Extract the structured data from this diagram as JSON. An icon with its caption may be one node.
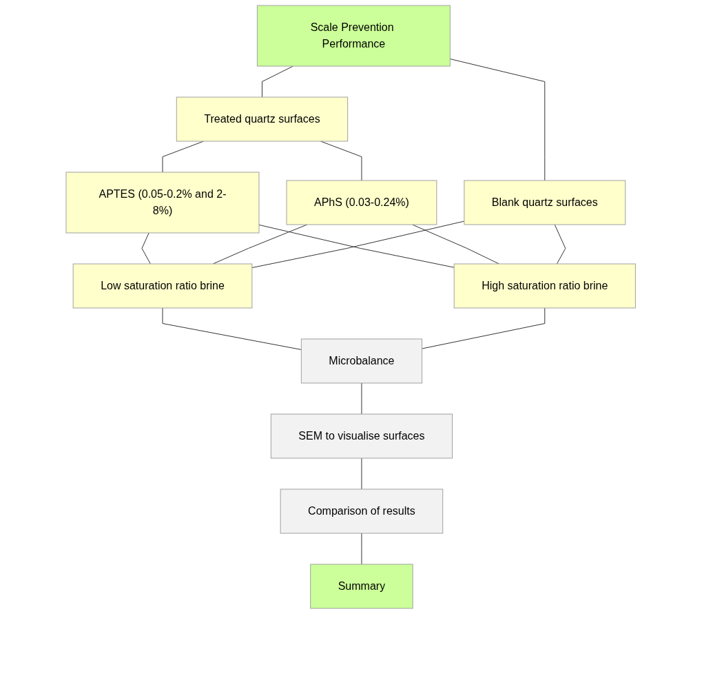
{
  "diagram": {
    "nodes": [
      {
        "text": [
          "Scale Prevention Performance"
        ]
      },
      {
        "text": [
          "Treated quartz surfaces"
        ]
      },
      {
        "text": [
          "Blank quartz surfaces"
        ]
      },
      {
        "text": [
          "APTES (0.05-0.2% and 2-8%)"
        ]
      },
      {
        "text": [
          "APhS (0.03-0.24%)"
        ]
      },
      {
        "text": [
          "Low saturation ratio brine"
        ]
      },
      {
        "text": [
          "High saturation ratio brine"
        ]
      },
      {
        "text": [
          "Microbalance"
        ]
      },
      {
        "text": [
          "SEM to visualise surfaces"
        ]
      },
      {
        "text": [
          "Comparison of results"
        ]
      },
      {
        "text": [
          "Summary"
        ]
      }
    ],
    "edges": [
      {
        "from": 0,
        "to": 1,
        "arrow": "none"
      },
      {
        "from": 0,
        "to": 2,
        "arrow": "none"
      },
      {
        "from": 1,
        "to": 3,
        "arrow": "none"
      },
      {
        "from": 1,
        "to": 4,
        "arrow": "none"
      },
      {
        "from": 3,
        "to": 5,
        "arrow": "none"
      },
      {
        "from": 3,
        "to": 6,
        "arrow": "none"
      },
      {
        "from": 4,
        "to": 5,
        "arrow": "none"
      },
      {
        "from": 4,
        "to": 6,
        "arrow": "none"
      },
      {
        "from": 2,
        "to": 5,
        "arrow": "none"
      },
      {
        "from": 2,
        "to": 6,
        "arrow": "none"
      },
      {
        "from": 5,
        "to": 7,
        "arrow": "none"
      },
      {
        "from": 6,
        "to": 7,
        "arrow": "none"
      },
      {
        "from": 7,
        "to": 8,
        "arrow": "none"
      },
      {
        "from": 8,
        "to": 9,
        "arrow": "none"
      },
      {
        "from": 9,
        "to": 10,
        "arrow": "none"
      }
    ]
  }
}
